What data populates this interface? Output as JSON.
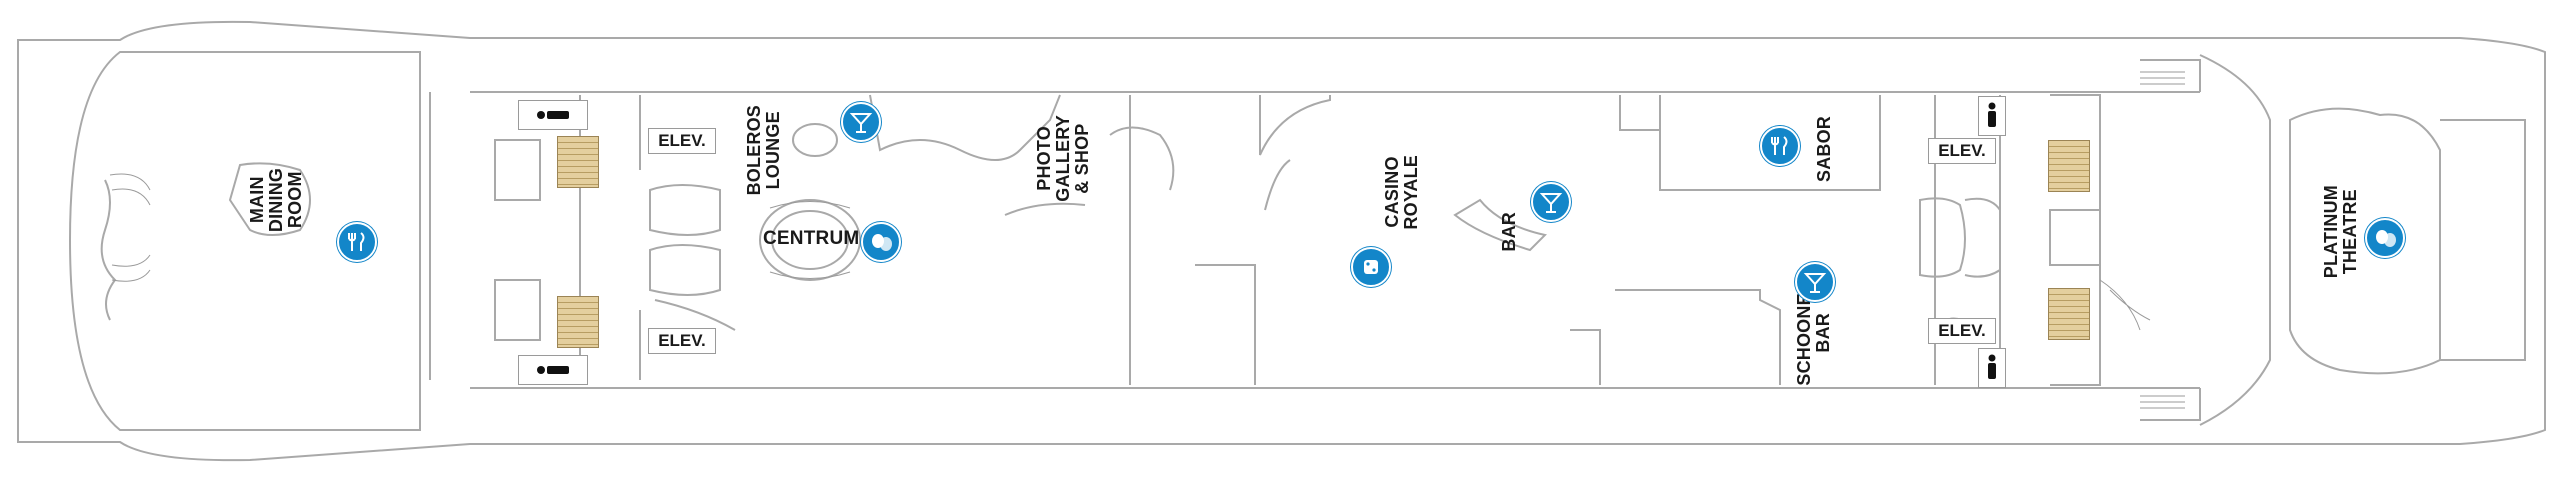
{
  "deck": {
    "venues": {
      "main_dining": [
        "MAIN",
        "DINING",
        "ROOM"
      ],
      "boleros": [
        "BOLEROS",
        "LOUNGE"
      ],
      "centrum": "CENTRUM",
      "photo_gallery": [
        "PHOTO",
        "GALLERY",
        "& SHOP"
      ],
      "casino": [
        "CASINO",
        "ROYALE"
      ],
      "bar": "BAR",
      "sabor": "SABOR",
      "schooner": [
        "SCHOONER",
        "BAR"
      ],
      "platinum": [
        "PLATINUM",
        "THEATRE"
      ]
    },
    "elevators": [
      "ELEV.",
      "ELEV.",
      "ELEV.",
      "ELEV."
    ],
    "icons": {
      "dining": "dining-icon",
      "cocktail": "cocktail-bar-icon",
      "entertainment": "entertainment-icon",
      "casino": "casino-icon",
      "restroom": "restroom-icon",
      "stairs": "stairwell"
    },
    "colors": {
      "icon_blue": "#1386c9",
      "stair_tan": "#e4cf9e",
      "outline": "#9a9a9a"
    }
  }
}
